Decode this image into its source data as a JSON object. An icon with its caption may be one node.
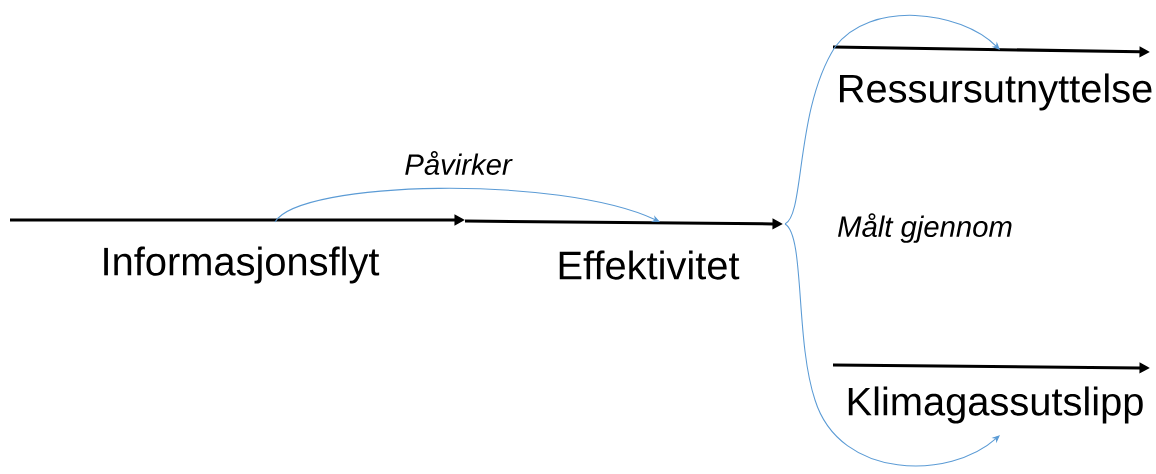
{
  "diagram": {
    "nodes": [
      {
        "text": [
          "Informasjonsflyt"
        ]
      },
      {
        "text": [
          "Effektivitet"
        ]
      },
      {
        "text": [
          "Ressursutnyttelse"
        ]
      },
      {
        "text": [
          "Klimagassutslipp"
        ]
      }
    ],
    "edges": [
      {
        "from": 0,
        "to": 1,
        "arrow": "to",
        "label": "Påvirker",
        "color": "#5b9bd5"
      },
      {
        "from": 1,
        "to": 2,
        "arrow": "to",
        "color": "#5b9bd5"
      },
      {
        "from": 1,
        "to": 3,
        "arrow": "to",
        "color": "#5b9bd5"
      }
    ],
    "labels": [
      "Målt gjennom"
    ]
  }
}
